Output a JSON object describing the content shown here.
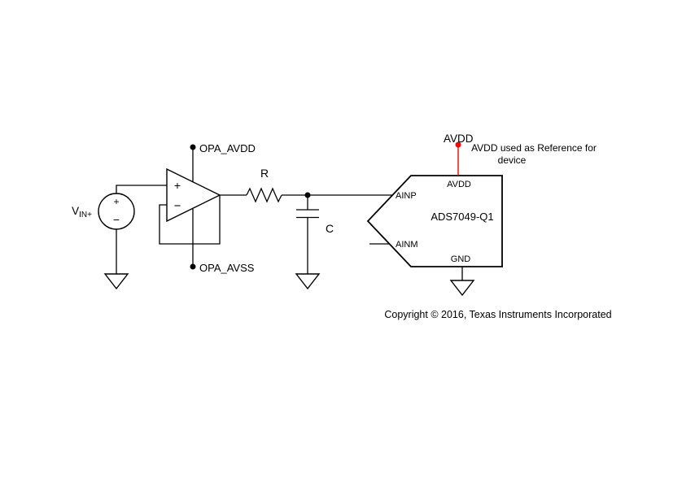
{
  "colors": {
    "line": "#000000",
    "accent_red": "#ff0000",
    "background": "#ffffff"
  },
  "source": {
    "label_main": "V",
    "label_sub": "IN+",
    "plus_sign": "+",
    "minus_sign": "−"
  },
  "opamp": {
    "plus_sign": "+",
    "minus_sign": "−",
    "avdd_label": "OPA_AVDD",
    "avss_label": "OPA_AVSS"
  },
  "filter": {
    "resistor_label": "R",
    "capacitor_label": "C"
  },
  "adc": {
    "part_number": "ADS7049-Q1",
    "pin_ainp": "AINP",
    "pin_ainm": "AINM",
    "pin_avdd": "AVDD",
    "pin_gnd": "GND"
  },
  "avdd_net": {
    "label": "AVDD",
    "note_line1": "AVDD used as Reference for",
    "note_line2": "device"
  },
  "footer": {
    "copyright": "Copyright © 2016, Texas Instruments Incorporated"
  }
}
